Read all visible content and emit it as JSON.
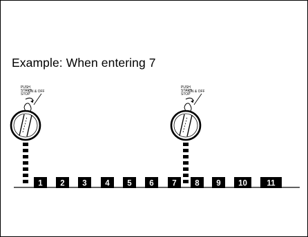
{
  "caption": "Example: When entering 7",
  "dial_labels": {
    "push": "PUSH",
    "start": "START",
    "stop": "STOP",
    "on_off": "ON & OFF"
  },
  "keys": [
    "1",
    "2",
    "3",
    "4",
    "5",
    "6",
    "7",
    "8",
    "9",
    "10",
    "11"
  ]
}
